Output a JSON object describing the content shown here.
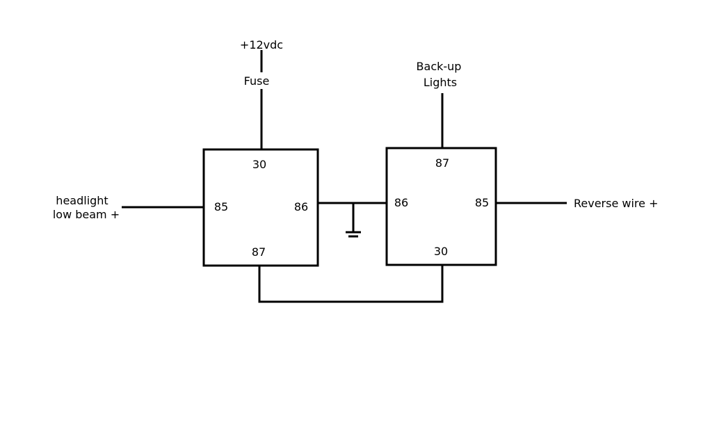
{
  "power": {
    "supply": "+12vdc",
    "fuse": "Fuse"
  },
  "backup": {
    "line1": "Back-up",
    "line2": "Lights"
  },
  "headlight": {
    "line1": "headlight",
    "line2": "low beam +"
  },
  "reverse": {
    "label": "Reverse wire +"
  },
  "relay1": {
    "pin_top": "30",
    "pin_left": "85",
    "pin_right": "86",
    "pin_bottom": "87"
  },
  "relay2": {
    "pin_top": "87",
    "pin_left": "86",
    "pin_right": "85",
    "pin_bottom": "30"
  }
}
